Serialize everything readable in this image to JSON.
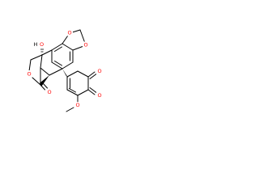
{
  "colors": {
    "bond": "#000000",
    "oxygen": "#ff0000",
    "hydroxyl_hydrogen": "#000000",
    "background": "#ffffff"
  },
  "atoms": {
    "hydroxyl_h": "H",
    "hydroxyl_o": "O",
    "dioxole_o_top": "O",
    "dioxole_o_right": "O",
    "lactone_ring_o": "O",
    "lactone_carbonyl_o": "O",
    "quinone_o_top": "O",
    "quinone_o_right": "O",
    "methoxy_o": "O"
  }
}
